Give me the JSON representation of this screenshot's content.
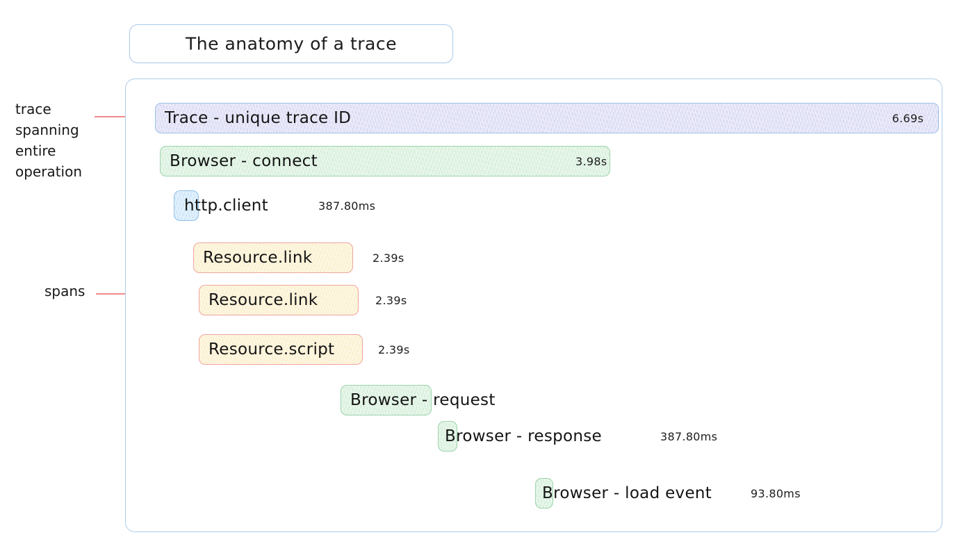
{
  "title": {
    "text": "The anatomy of a trace"
  },
  "annotations": [
    {
      "name": "trace-annotation",
      "text": "trace\nspanning\nentire\noperation"
    },
    {
      "name": "spans-annotation",
      "text": "spans"
    }
  ],
  "colors": {
    "panel_border": "#aecbe9",
    "trace_fill": "#dcdcf5",
    "trace_border": "#9fc0e6",
    "browser_fill": "#d8f0dd",
    "browser_border": "#9ed3ac",
    "http_fill": "#cfe7fa",
    "http_border": "#8fc2ea",
    "resource_fill": "#fbf0cf",
    "resource_border": "#f0a5a0",
    "annotation_line": "#f4807f",
    "blue_rule": "#8fb8e2"
  },
  "spans": [
    {
      "name": "trace-row",
      "label": "Trace - unique trace ID",
      "duration": "6.69s",
      "duration_inside": true,
      "kind": "trace"
    },
    {
      "name": "browser-connect-row",
      "label": "Browser - connect",
      "duration": "3.98s",
      "duration_inside": true,
      "kind": "browser"
    },
    {
      "name": "http-client-row",
      "label": "http.client",
      "duration": "387.80ms",
      "duration_inside": false,
      "kind": "http"
    },
    {
      "name": "resource-link-row-1",
      "label": "Resource.link",
      "duration": "2.39s",
      "duration_inside": false,
      "kind": "resource"
    },
    {
      "name": "resource-link-row-2",
      "label": "Resource.link",
      "duration": "2.39s",
      "duration_inside": false,
      "kind": "resource"
    },
    {
      "name": "resource-script-row",
      "label": "Resource.script",
      "duration": "2.39s",
      "duration_inside": false,
      "kind": "resource"
    },
    {
      "name": "browser-request-row",
      "label": "Browser - request",
      "duration": "",
      "duration_inside": false,
      "kind": "browser"
    },
    {
      "name": "browser-response-row",
      "label": "Browser - response",
      "duration": "387.80ms",
      "duration_inside": false,
      "kind": "browser"
    },
    {
      "name": "browser-load-row",
      "label": "Browser - load event",
      "duration": "93.80ms",
      "duration_inside": false,
      "kind": "browser"
    }
  ]
}
